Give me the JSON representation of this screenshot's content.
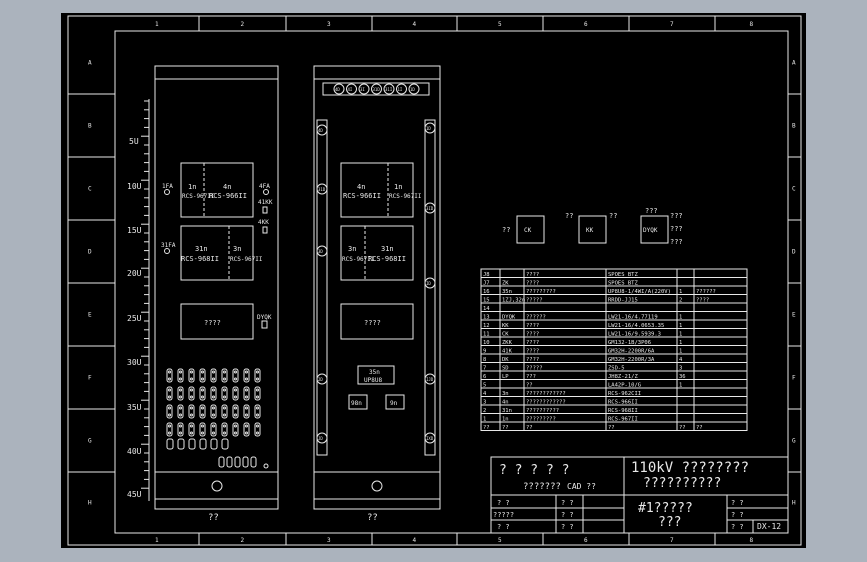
{
  "frame": {
    "cols": [
      "1",
      "2",
      "3",
      "4",
      "5",
      "6",
      "7",
      "8"
    ],
    "rows": [
      "A",
      "B",
      "C",
      "D",
      "E",
      "F",
      "G",
      "H"
    ]
  },
  "left_cabinet": {
    "scale": [
      "5U",
      "10U",
      "15U",
      "20U",
      "25U",
      "30U",
      "35U",
      "40U",
      "45U"
    ],
    "dev_1n": {
      "tag": "1n",
      "model": "RCS-967II"
    },
    "dev_4n": {
      "tag": "4n",
      "model": "RCS-966II"
    },
    "dev_31n": {
      "tag": "31n",
      "model": "RCS-968II"
    },
    "dev_3n": {
      "tag": "3n",
      "model": "RCS-967II"
    },
    "label_1fa": "1FA",
    "label_4fa": "4FA",
    "label_41kk": "41KK",
    "label_4kk": "4KK",
    "label_31fa": "31FA",
    "label_dyqk": "DYQK",
    "panel_text": "????",
    "caption": "??"
  },
  "right_cabinet": {
    "top_circles": [
      "4D",
      "4I",
      "3I",
      "31D",
      "31I",
      "1I",
      "1D"
    ],
    "side_left": [
      "4D",
      "31D",
      "3D",
      "2D",
      "JD"
    ],
    "side_right": [
      "1D",
      "3ID",
      "ID",
      "IJD",
      "IXD"
    ],
    "dev_4n": {
      "tag": "4n",
      "model": "RCS-966II"
    },
    "dev_1n": {
      "tag": "1n",
      "model": "RCS-967II"
    },
    "dev_3n": {
      "tag": "3n",
      "model": "RCS-967II"
    },
    "dev_31n": {
      "tag": "31n",
      "model": "RCS-968II"
    },
    "panel_text": "????",
    "box_35n": {
      "tag": "35n",
      "model": "UP8U8"
    },
    "box_98n": "98n",
    "box_9n": "9n",
    "caption": "??"
  },
  "switches": [
    {
      "pre": "??",
      "box": "CK",
      "post": ""
    },
    {
      "pre": "??",
      "box": "KK",
      "post": "??"
    },
    {
      "pre": "???",
      "box": "DYQK",
      "post": "???"
    }
  ],
  "switch_extra": [
    "???",
    "???"
  ],
  "bom": [
    {
      "no": "J8",
      "code": "",
      "name": "????",
      "spec": "SPOES_BTZ",
      "qty": "",
      "note": ""
    },
    {
      "no": "J7",
      "code": "ZK",
      "name": "????",
      "spec": "SPOES_BTZ",
      "qty": "",
      "note": ""
    },
    {
      "no": "16",
      "code": "35n",
      "name": "?????????",
      "spec": "UP8U8-1/4WI/A(220V)",
      "qty": "1",
      "note": "??????"
    },
    {
      "no": "15",
      "code": "1ZJ,32n",
      "name": "?????",
      "spec": "RRDD-JJ15",
      "qty": "2",
      "note": "????"
    },
    {
      "no": "14",
      "code": "",
      "name": "",
      "spec": "",
      "qty": "",
      "note": ""
    },
    {
      "no": "13",
      "code": "DYQK",
      "name": "??????",
      "spec": "LW21-16/4.77119",
      "qty": "1",
      "note": ""
    },
    {
      "no": "12",
      "code": "KK",
      "name": "????",
      "spec": "LW21-16/4.0653.35",
      "qty": "1",
      "note": ""
    },
    {
      "no": "11",
      "code": "CK",
      "name": "????",
      "spec": "LW21-16/9.5939.3",
      "qty": "1",
      "note": ""
    },
    {
      "no": "10",
      "code": "ZKK",
      "name": "????",
      "spec": "GM132-1B/3P06",
      "qty": "1",
      "note": ""
    },
    {
      "no": "9",
      "code": "41K",
      "name": "????",
      "spec": "GM32H-2200R/6A",
      "qty": "1",
      "note": ""
    },
    {
      "no": "8",
      "code": "DK",
      "name": "????",
      "spec": "GM32H-2200R/3A",
      "qty": "4",
      "note": ""
    },
    {
      "no": "7",
      "code": "SD",
      "name": "?????",
      "spec": "ZSD-5",
      "qty": "3",
      "note": ""
    },
    {
      "no": "6",
      "code": "LP",
      "name": "???",
      "spec": "JH8Z-21/Z",
      "qty": "36",
      "note": ""
    },
    {
      "no": "5",
      "code": "",
      "name": "??",
      "spec": "LA42P-10/G",
      "qty": "1",
      "note": ""
    },
    {
      "no": "4",
      "code": "3n",
      "name": "????????????",
      "spec": "RCS-962CII",
      "qty": "",
      "note": ""
    },
    {
      "no": "3",
      "code": "4n",
      "name": "????????????",
      "spec": "RCS-966II",
      "qty": "",
      "note": ""
    },
    {
      "no": "2",
      "code": "31n",
      "name": "??????????",
      "spec": "RCS-968II",
      "qty": "",
      "note": ""
    },
    {
      "no": "1",
      "code": "1n",
      "name": "?????????",
      "spec": "RCS-967II",
      "qty": "",
      "note": ""
    },
    {
      "no": "??",
      "code": "??",
      "name": "??",
      "spec": "??",
      "qty": "??",
      "note": "??"
    }
  ],
  "title_block": {
    "company": "? ? ? ? ?",
    "sub": "???????",
    "cad": "CAD ??",
    "project1": "110kV ????????",
    "project2": "??????????",
    "drawing1": "#1?????",
    "drawing2": "???",
    "drawing_no": "DX-12",
    "cells": {
      "a1": "? ?",
      "a2": "?????",
      "a3": "? ?",
      "b1": "? ?",
      "b2": "? ?",
      "b3": "? ?",
      "c1": "? ?",
      "c2": "? ?",
      "c3": "? ?"
    }
  }
}
